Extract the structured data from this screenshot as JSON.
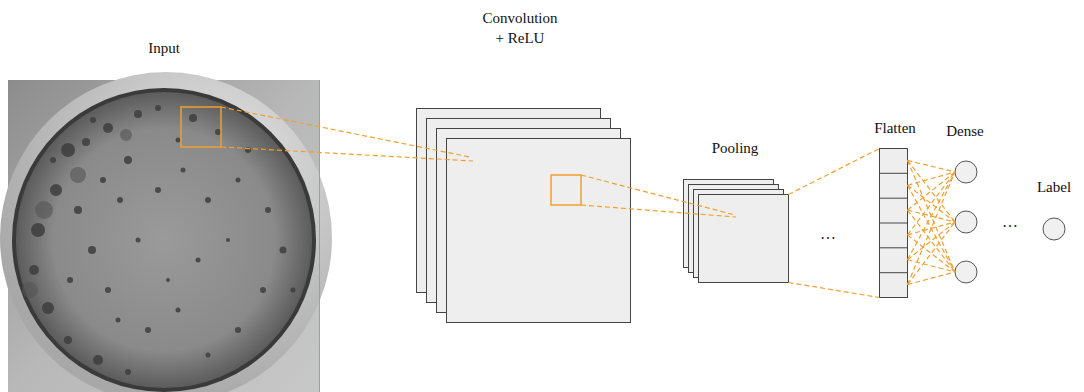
{
  "diagram": {
    "nodes": [
      {
        "text": [
          "Input"
        ]
      },
      {
        "text": [
          "Convolution + ReLU"
        ]
      },
      {
        "text": [
          "Pooling"
        ]
      },
      {
        "text": [
          "Flatten"
        ]
      },
      {
        "text": [
          "Dense"
        ]
      },
      {
        "text": [
          "Label"
        ]
      }
    ],
    "edges": [
      {
        "from": 0,
        "to": 1,
        "arrow": "none"
      },
      {
        "from": 1,
        "to": 2,
        "arrow": "none"
      },
      {
        "from": 2,
        "to": 3,
        "arrow": "none"
      },
      {
        "from": 3,
        "to": 4,
        "arrow": "none"
      }
    ],
    "labels": [
      "…",
      "…"
    ]
  }
}
